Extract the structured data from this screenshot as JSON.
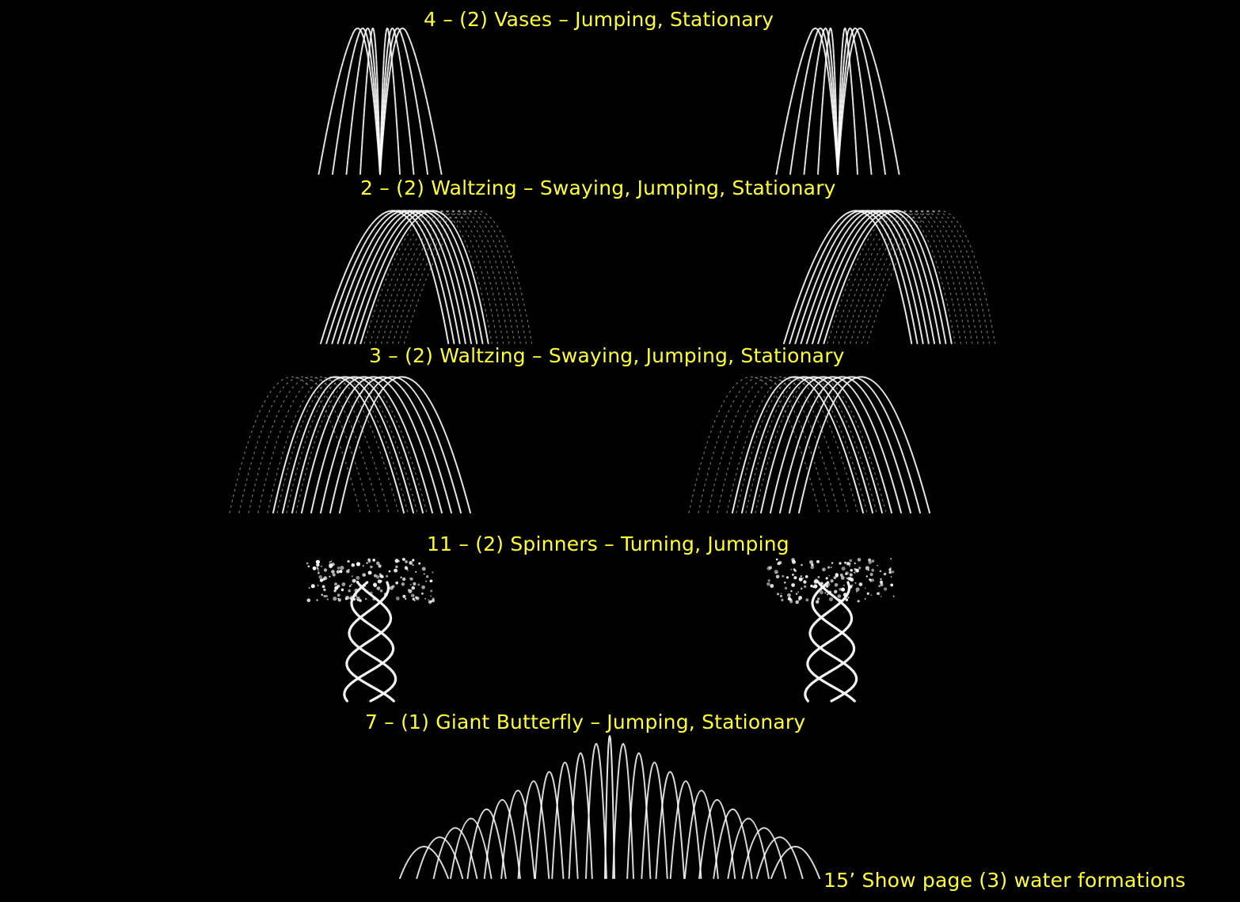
{
  "colors": {
    "background": "#000000",
    "label": "#ffff33",
    "water": "#ffffff"
  },
  "sections": [
    {
      "id": "vases",
      "label": "4 – (2) Vases – Jumping, Stationary",
      "pattern": "vase-fountain"
    },
    {
      "id": "waltzing-right",
      "label": "2 – (2) Waltzing – Swaying, Jumping, Stationary",
      "pattern": "arc-lean-right"
    },
    {
      "id": "waltzing-left",
      "label": "3 – (2) Waltzing – Swaying, Jumping, Stationary",
      "pattern": "arc-lean-left"
    },
    {
      "id": "spinners",
      "label": "11 – (2) Spinners – Turning, Jumping",
      "pattern": "spinner-twist"
    },
    {
      "id": "butterfly",
      "label": "7 – (1) Giant Butterfly –  Jumping, Stationary",
      "pattern": "butterfly-nested-arcs"
    }
  ],
  "footer": {
    "text": "15’ Show page (3) water formations"
  }
}
